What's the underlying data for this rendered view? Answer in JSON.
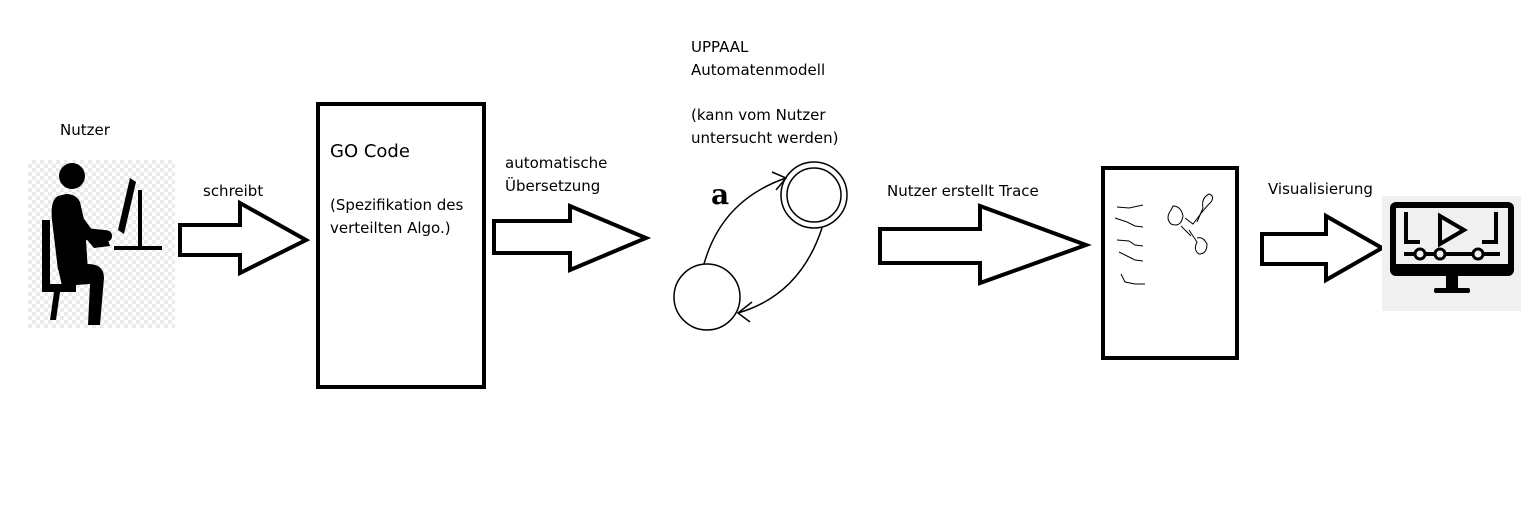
{
  "labels": {
    "user": "Nutzer",
    "writes": "schreibt",
    "go_code_title": "GO Code",
    "go_code_desc": "(Spezifikation des\nverteilten Algo.)",
    "translation": "automatische\nÜbersetzung",
    "uppaal_title": "UPPAAL\nAutomatenmodell",
    "uppaal_desc": "(kann vom Nutzer\nuntersucht werden)",
    "automaton_transition": "a",
    "create_trace": "Nutzer erstellt Trace",
    "visualization": "Visualisierung"
  },
  "icons": {
    "user": "person-at-computer-icon",
    "automaton": "automaton-icon",
    "trace": "trace-sketch-icon",
    "monitor": "monitor-video-player-icon"
  },
  "colors": {
    "stroke": "#000000",
    "background": "#ffffff",
    "icon_background": "#f0f0f0"
  }
}
